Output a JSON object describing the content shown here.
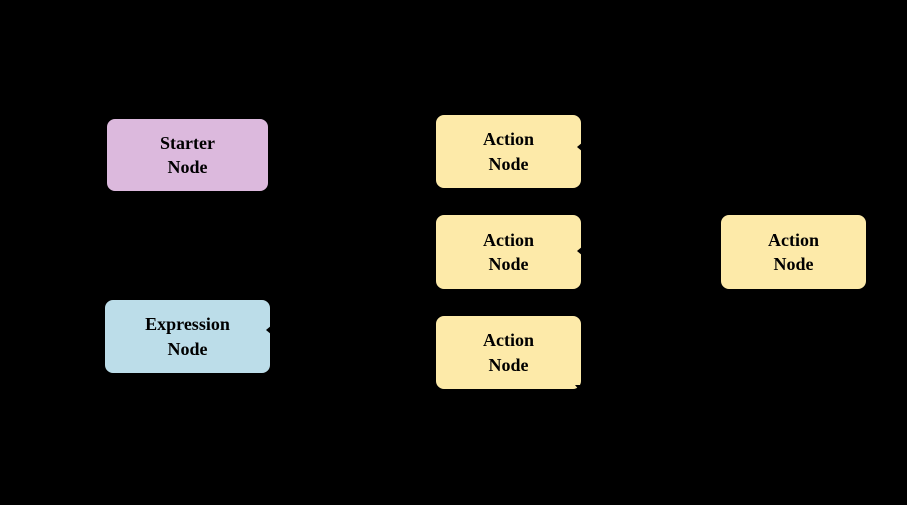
{
  "diagram": {
    "background_color": "#000000",
    "text_color": "#000000",
    "nodes": [
      {
        "id": "starter-node",
        "label": "Starter\nNode",
        "color": "#dcb9dd"
      },
      {
        "id": "action-node-top",
        "label": "Action\nNode",
        "color": "#fdeaa9"
      },
      {
        "id": "action-node-mid",
        "label": "Action\nNode",
        "color": "#fdeaa9"
      },
      {
        "id": "expression-node",
        "label": "Expression\nNode",
        "color": "#bcdde9"
      },
      {
        "id": "action-node-bottom",
        "label": "Action\nNode",
        "color": "#fdeaa9"
      },
      {
        "id": "action-node-right",
        "label": "Action\nNode",
        "color": "#fdeaa9"
      }
    ]
  }
}
